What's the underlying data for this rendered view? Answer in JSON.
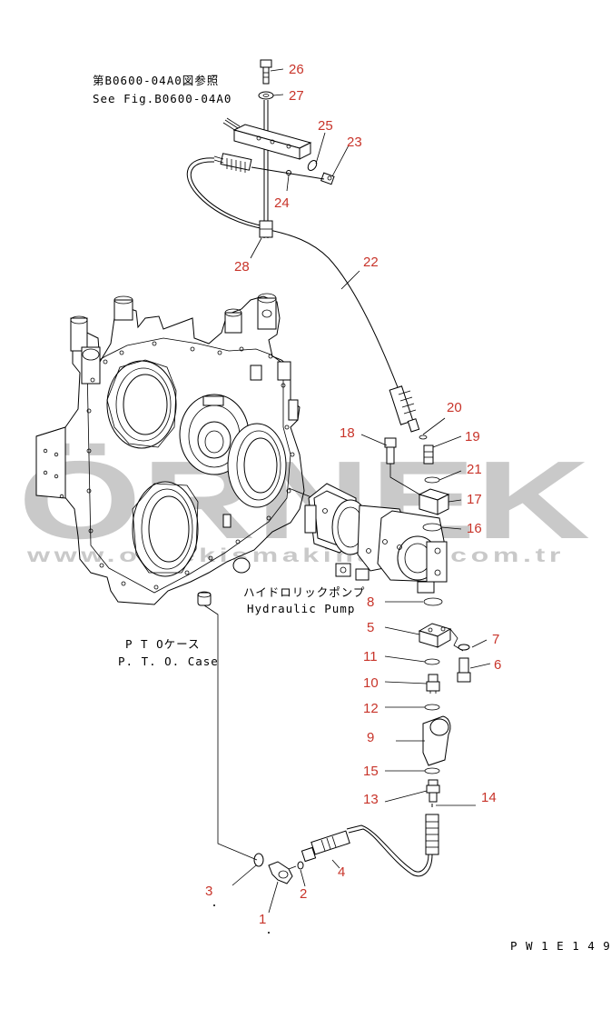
{
  "reference": {
    "line_jp": "第B0600-04A0図参照",
    "line_en": "See Fig.B0600-04A0"
  },
  "labels": {
    "pto_case_jp": "P T Oケース",
    "pto_case_en": "P. T. O. Case",
    "hydraulic_pump_jp": "ハイドロリックポンプ",
    "hydraulic_pump_en": "Hydraulic Pump"
  },
  "figure_code": "P W 1 E 1 4 9",
  "watermark": {
    "logo": "ÖRNEK",
    "url": "www.ornekismakinalari.com.tr"
  },
  "part_numbers": {
    "p1": "1",
    "p2": "2",
    "p3": "3",
    "p4": "4",
    "p5": "5",
    "p6": "6",
    "p7": "7",
    "p8": "8",
    "p9": "9",
    "p10": "10",
    "p11": "11",
    "p12": "12",
    "p13": "13",
    "p14": "14",
    "p15": "15",
    "p16": "16",
    "p17": "17",
    "p18": "18",
    "p19": "19",
    "p20": "20",
    "p21": "21",
    "p22": "22",
    "p23": "23",
    "p24": "24",
    "p25": "25",
    "p26": "26",
    "p27": "27",
    "p28": "28"
  },
  "colors": {
    "callout": "#c8342a",
    "linework": "#000000",
    "watermark": "#c9c9c9"
  }
}
